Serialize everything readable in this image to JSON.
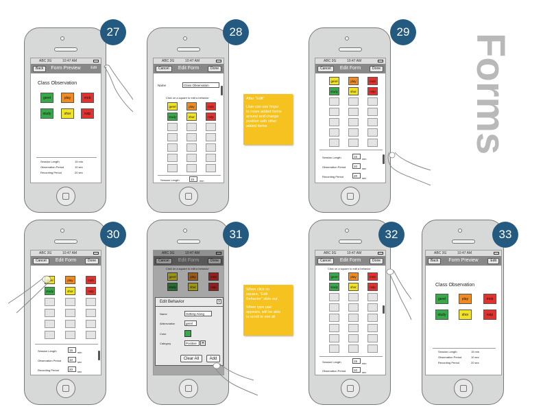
{
  "section_title": "Forms",
  "status_bar": {
    "carrier": "ABC 3G",
    "time": "10:47 AM"
  },
  "screens": [
    {
      "number": "27",
      "nav": {
        "left": "Back",
        "title": "Form Preview",
        "right": "Edit"
      },
      "heading": "Class Observation",
      "behaviors": [
        "gerel",
        "play",
        "mnb",
        "study",
        "shor",
        "nstp"
      ],
      "settings": [
        [
          "Session Length",
          "15 min"
        ],
        [
          "Observation Period",
          "10 sec"
        ],
        [
          "Recording Period",
          "20 sec"
        ]
      ]
    },
    {
      "number": "28",
      "nav": {
        "left": "Cancel",
        "title": "Edit Form",
        "right": "Done"
      },
      "name_label": "Name",
      "name_value": "Class Observation",
      "instruction": "Click on a square to edit a behavior",
      "behaviors": [
        "gerel",
        "play",
        "mnb",
        "study",
        "shor",
        "nstp"
      ],
      "session_label": "Session Length",
      "session_value": "15",
      "unit_min": "min"
    },
    {
      "number": "29",
      "nav": {
        "left": "Cancel",
        "title": "Edit Form",
        "right": "Done"
      },
      "behaviors": [
        "gerel",
        "play",
        "mnb",
        "study",
        "shor",
        "nstp"
      ],
      "settings": [
        [
          "Session Length",
          "15",
          "min"
        ],
        [
          "Observation Period",
          "10",
          "sec"
        ],
        [
          "Recording Period",
          "20",
          "sec"
        ]
      ]
    },
    {
      "number": "30",
      "nav": {
        "left": "Cancel",
        "title": "Edit Form",
        "right": "Done"
      },
      "behaviors": [
        "gerel",
        "play",
        "mnb",
        "study",
        "shor",
        "nstp"
      ],
      "settings": [
        [
          "Session Length",
          "15",
          "min"
        ],
        [
          "Observation Period",
          "10",
          "sec"
        ],
        [
          "Recording Period",
          "20",
          "sec"
        ]
      ]
    },
    {
      "number": "31",
      "nav": {
        "left": "Cancel",
        "title": "Edit Form",
        "right": "Done"
      },
      "instruction": "Click on a square to edit a behavior",
      "behaviors": [
        "gerel",
        "play",
        "mnb",
        "study",
        "shor",
        "nstp"
      ],
      "panel": {
        "title": "Edit Behavior",
        "close": "X",
        "name_label": "Name",
        "name_value": "Getting Along",
        "abbr_label": "Abbreviation",
        "abbr_value": "gerel",
        "color_label": "Color",
        "category_label": "Category",
        "category_value": "Positive",
        "clear_all": "Clear All",
        "add": "Add"
      }
    },
    {
      "number": "32",
      "nav": {
        "left": "Cancel",
        "title": "Edit Form",
        "right": "Done"
      },
      "instruction": "Click on a square to edit a behavior",
      "behaviors": [
        "gerel",
        "play",
        "mnb",
        "study",
        "shor",
        "nstp"
      ],
      "settings": [
        [
          "Session Length",
          "15",
          "min"
        ],
        [
          "Observation Period",
          "10",
          "sec"
        ]
      ]
    },
    {
      "number": "33",
      "nav": {
        "left": "Back",
        "title": "Form Preview",
        "right": "Edit"
      },
      "heading": "Class Observation",
      "behaviors": [
        "gerel",
        "play",
        "mnb",
        "study",
        "shor",
        "nstp"
      ],
      "settings": [
        [
          "Session Length",
          "15 min"
        ],
        [
          "Observation Period",
          "10 sec"
        ],
        [
          "Recording Period",
          "20 sec"
        ]
      ]
    }
  ],
  "notes": [
    {
      "lines": [
        "After \"Edit\"",
        "",
        "User can use finger",
        "to move added forms",
        "around and change",
        "position with other",
        "added forms"
      ]
    },
    {
      "lines": [
        "When click on",
        "square, \"Edit",
        "Behavior\" slide out",
        "",
        "When type pad",
        "appears, will be able",
        "to scroll to see all"
      ]
    }
  ],
  "colors": {
    "green": "#3aa84a",
    "yellow": "#f2e224",
    "orange": "#ef8b22",
    "red": "#e0332f",
    "badge": "#245a80",
    "note": "#f6c21f",
    "forms_title": "#b9b9b9"
  }
}
